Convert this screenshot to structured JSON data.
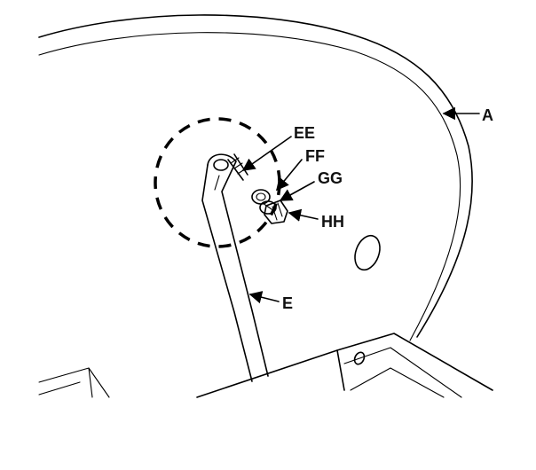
{
  "diagram": {
    "labels": {
      "a": "A",
      "ee": "EE",
      "ff": "FF",
      "gg": "GG",
      "hh": "HH",
      "e": "E"
    },
    "stroke_color": "#000000",
    "background": "#ffffff"
  }
}
